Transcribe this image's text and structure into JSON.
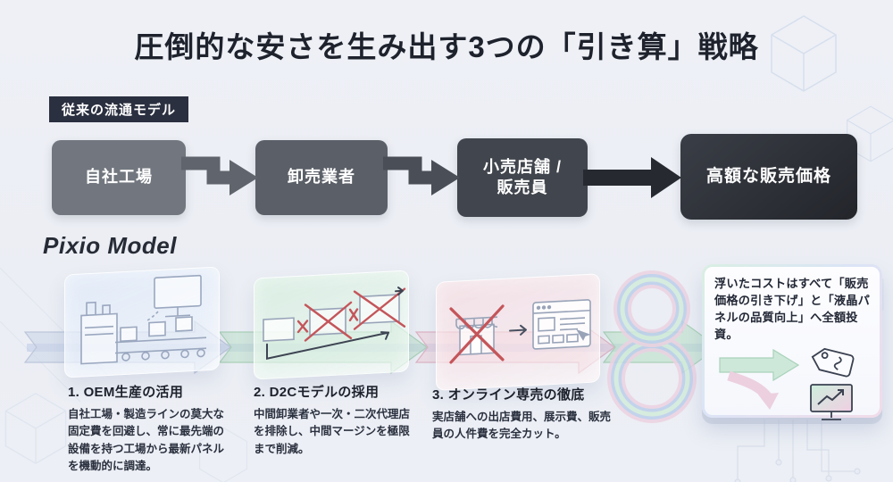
{
  "title": "圧倒的な安さを生み出す3つの「引き算」戦略",
  "traditional": {
    "label": "従来の流通モデル",
    "steps": [
      "自社工場",
      "卸売業者",
      "小売店舗 /\n販売員",
      "高額な販売価格"
    ]
  },
  "pixio": {
    "label": "Pixio Model",
    "steps": [
      {
        "heading": "1. OEM生産の活用",
        "body": "自社工場・製造ラインの莫大な固定費を回避し、常に最先端の設備を持つ工場から最新パネルを機動的に調達。"
      },
      {
        "heading": "2. D2Cモデルの採用",
        "body": "中間卸業者や一次・二次代理店を排除し、中間マージンを極限まで削減。"
      },
      {
        "heading": "3. オンライン専売の徹底",
        "body": "実店舗への出店費用、展示費、販売員の人件費を完全カット。"
      }
    ],
    "outcome": "浮いたコストはすべて「販売価格の引き下げ」と「液晶パネルの品質向上」へ全額投資。"
  },
  "icons": {
    "factory": "factory-conveyor-line-art",
    "d2c": "crossed-out-middlemen-boxes",
    "online": "crossed-store-to-browser",
    "loop": "pastel-infinity-loop",
    "price_tag": "tag-with-discount",
    "monitor_chart": "monitor-with-up-trend"
  },
  "colors": {
    "background": "#edeff5",
    "dark_box": "#23252b",
    "mid_box": "#5b5f67",
    "light_box": "#72777f",
    "accent_green": "#bfe3cc",
    "accent_pink": "#eccedd",
    "accent_blue": "#c3d3ee",
    "cross_red": "#c4555a"
  }
}
